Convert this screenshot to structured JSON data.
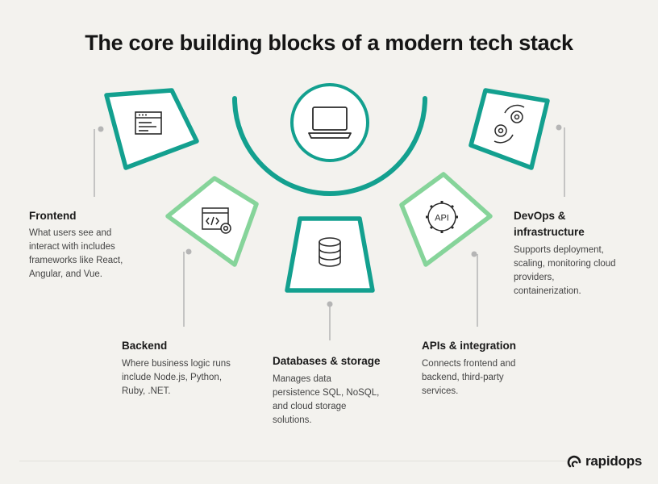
{
  "title": "The core building blocks of a modern tech stack",
  "colors": {
    "teal": "#13a08f",
    "light_green": "#86d49a",
    "background": "#f3f2ee",
    "connector": "#b5b5b5"
  },
  "blocks": [
    {
      "title": "Frontend",
      "description": [
        "What users see and",
        "interact with includes",
        "frameworks like React,",
        "Angular, and Vue."
      ],
      "icon": "browser-window-icon"
    },
    {
      "title": "Backend",
      "description": [
        "Where business logic runs",
        "include Node.js, Python,",
        "Ruby, .NET."
      ],
      "icon": "code-gear-icon"
    },
    {
      "title": "Databases & storage",
      "description": [
        "Manages data",
        "persistence SQL, NoSQL,",
        "and cloud storage",
        "solutions."
      ],
      "icon": "database-icon"
    },
    {
      "title": "APIs & integration",
      "description": [
        "Connects frontend and",
        "backend, third-party",
        "services."
      ],
      "icon": "api-gear-icon"
    },
    {
      "title": "DevOps &",
      "title_line2": "infrastructure",
      "description": [
        "Supports deployment,",
        "scaling, monitoring cloud",
        "providers,",
        "containerization."
      ],
      "icon": "gears-cycle-icon"
    }
  ],
  "center_icon": "laptop-icon",
  "logo": {
    "text": "rapidops",
    "icon": "rapidops-logo-icon"
  }
}
